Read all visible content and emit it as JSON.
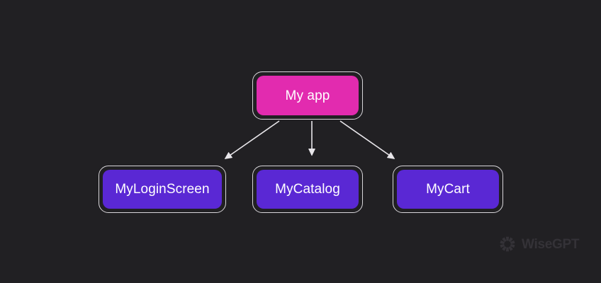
{
  "diagram": {
    "type": "tree",
    "background_color": "#212023",
    "nodes": [
      {
        "id": "root",
        "label": "My app",
        "fill_color": "#E22BAF",
        "border_color": "#d8d6da",
        "text_color": "#ffffff"
      },
      {
        "id": "login",
        "label": "MyLoginScreen",
        "fill_color": "#5A28D4",
        "border_color": "#d8d6da",
        "text_color": "#ffffff"
      },
      {
        "id": "catalog",
        "label": "MyCatalog",
        "fill_color": "#5A28D4",
        "border_color": "#d8d6da",
        "text_color": "#ffffff"
      },
      {
        "id": "cart",
        "label": "MyCart",
        "fill_color": "#5A28D4",
        "border_color": "#d8d6da",
        "text_color": "#ffffff"
      }
    ],
    "edges": [
      {
        "from": "root",
        "to": "login",
        "arrow": "triangle",
        "color": "#e8e6ea"
      },
      {
        "from": "root",
        "to": "catalog",
        "arrow": "triangle",
        "color": "#e8e6ea"
      },
      {
        "from": "root",
        "to": "cart",
        "arrow": "triangle",
        "color": "#e8e6ea"
      }
    ]
  },
  "watermark": {
    "text": "WiseGPT",
    "icon": "radial-burst-icon",
    "color": "#343237"
  }
}
